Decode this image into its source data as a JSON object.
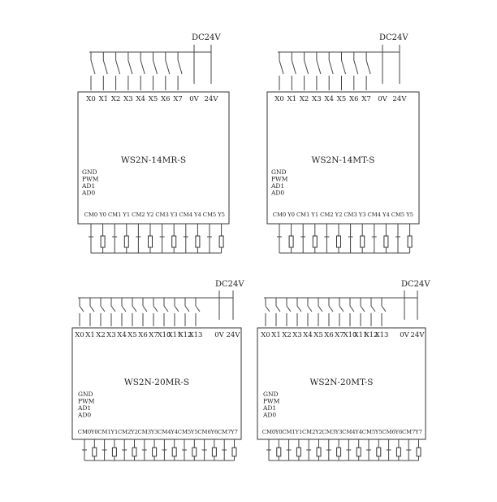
{
  "panels": [
    {
      "model": "WS2N-14MR-S",
      "power_label": "DC24V",
      "inputs": [
        "X0",
        "X1",
        "X2",
        "X3",
        "X4",
        "X5",
        "X6",
        "X7"
      ],
      "power_pins": [
        "0V",
        "24V"
      ],
      "side_labels": [
        "GND",
        "PWM",
        "AD1",
        "AD0"
      ],
      "outputs": [
        "CM0",
        "Y0",
        "CM1",
        "Y1",
        "CM2",
        "Y2",
        "CM3",
        "Y3",
        "CM4",
        "Y4",
        "CM5",
        "Y5"
      ]
    },
    {
      "model": "WS2N-14MT-S",
      "power_label": "DC24V",
      "inputs": [
        "X0",
        "X1",
        "X2",
        "X3",
        "X4",
        "X5",
        "X6",
        "X7"
      ],
      "power_pins": [
        "0V",
        "24V"
      ],
      "side_labels": [
        "GND",
        "PWM",
        "AD1",
        "AD0"
      ],
      "outputs": [
        "CM0",
        "Y0",
        "CM1",
        "Y1",
        "CM2",
        "Y2",
        "CM3",
        "Y3",
        "CM4",
        "Y4",
        "CM5",
        "Y5"
      ]
    },
    {
      "model": "WS2N-20MR-S",
      "power_label": "DC24V",
      "inputs": [
        "X0",
        "X1",
        "X2",
        "X3",
        "X4",
        "X5",
        "X6",
        "X7",
        "X10",
        "X11",
        "X12",
        "X13"
      ],
      "power_pins": [
        "0V",
        "24V"
      ],
      "side_labels": [
        "GND",
        "PWM",
        "AD1",
        "AD0"
      ],
      "outputs": [
        "CM0",
        "Y0",
        "CM1",
        "Y1",
        "CM2",
        "Y2",
        "CM3",
        "Y3",
        "CM4",
        "Y4",
        "CM5",
        "Y5",
        "CM6",
        "Y6",
        "CM7",
        "Y7"
      ]
    },
    {
      "model": "WS2N-20MT-S",
      "power_label": "DC24V",
      "inputs": [
        "X0",
        "X1",
        "X2",
        "X3",
        "X4",
        "X5",
        "X6",
        "X7",
        "X10",
        "X11",
        "X12",
        "X13"
      ],
      "power_pins": [
        "0V",
        "24V"
      ],
      "side_labels": [
        "GND",
        "PWM",
        "AD1",
        "AD0"
      ],
      "outputs": [
        "CM0",
        "Y0",
        "CM1",
        "Y1",
        "CM2",
        "Y2",
        "CM3",
        "Y3",
        "CM4",
        "Y4",
        "CM5",
        "Y5",
        "CM6",
        "Y6",
        "CM7",
        "Y7"
      ]
    }
  ]
}
